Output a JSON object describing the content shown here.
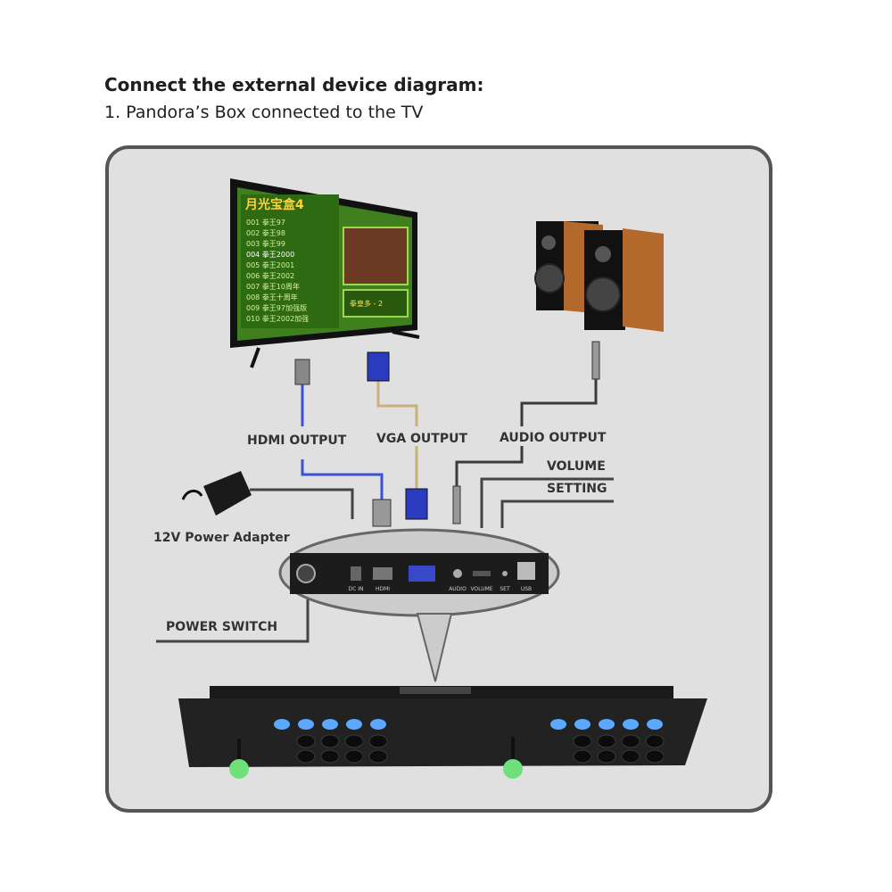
{
  "header": {
    "title": "Connect the external device diagram:",
    "subtitle": "1.  Pandora’s Box connected to the TV"
  },
  "labels": {
    "hdmi_output": "HDMI OUTPUT",
    "vga_output": "VGA OUTPUT",
    "audio_output": "AUDIO OUTPUT",
    "volume": "VOLUME",
    "setting": "SETTING",
    "power_adapter": "12V Power Adapter",
    "power_switch": "POWER SWITCH"
  },
  "tv_screen": {
    "game_list": [
      "001 拳王97",
      "002 拳王98",
      "003 拳王99",
      "004 拳王2000",
      "005 拳王2001",
      "006 拳王2002",
      "007 拳王10周年",
      "008 拳王十周年",
      "009 拳王97加强版",
      "010 拳王2002加强"
    ],
    "preview_caption": "拳皇多 - 2"
  },
  "port_panel": {
    "ports": [
      "DC IN",
      "HDMI",
      "AUDIO",
      "VOLUME",
      "SET",
      "USB"
    ]
  },
  "colors": {
    "panel_bg": "#e0e0e0",
    "panel_border": "#555555",
    "hdmi_cable": "#3a52d6",
    "vga_cable": "#c8b27a",
    "audio_cable": "#3a3a3a",
    "button_blue": "#5aa8ff",
    "joystick_ball": "#6fe07a"
  }
}
